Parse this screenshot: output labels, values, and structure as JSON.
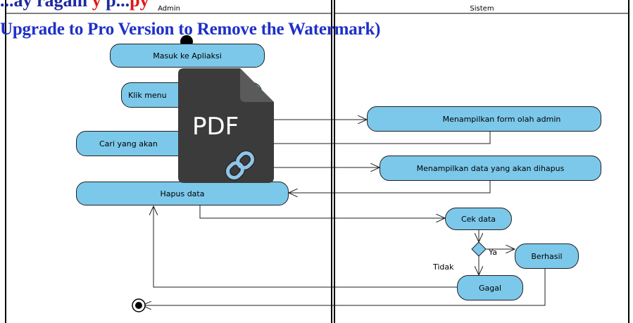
{
  "lanes": {
    "admin": "Admin",
    "sistem": "Sistem"
  },
  "nodes": {
    "masuk": "Masuk ke Apliaksi",
    "klik_menu": "Klik menu",
    "cari": "Cari yang akan",
    "hapus": "Hapus data",
    "form": "Menampilkan form olah admin",
    "tampil_data": "Menampilkan data yang akan dihapus",
    "cek": "Cek data",
    "berhasil": "Berhasil",
    "gagal": "Gagal"
  },
  "guards": {
    "ya": "Ya",
    "tidak": "Tidak"
  },
  "watermark": {
    "top_left": "...ay ragam ",
    "top_red": "y",
    "top_mid": " p...",
    "top_red2": "py",
    "main": "Upgrade to Pro Version to Remove the Watermark)"
  },
  "pdf_icon": {
    "label": "PDF",
    "body_color": "#3b3b3b",
    "fold_color": "#5a5a5a",
    "link_color": "#8ec5ea"
  },
  "colors": {
    "node_fill": "#7cc8ea",
    "line": "#1f1f1f"
  }
}
